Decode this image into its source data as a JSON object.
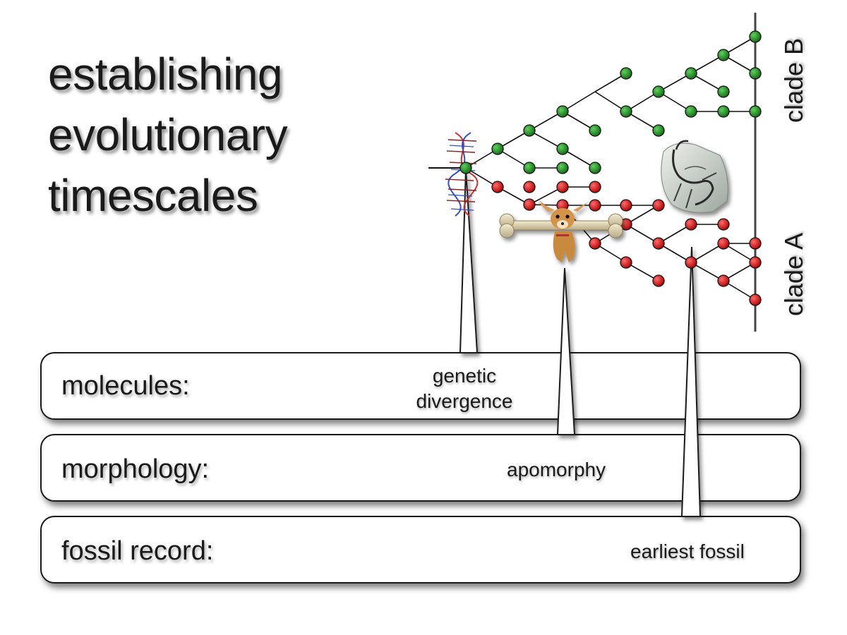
{
  "title": {
    "line1": "establishing",
    "line2": "evolutionary",
    "line3": "timescales"
  },
  "clades": {
    "b": "clade B",
    "a": "clade A"
  },
  "panels": {
    "molecules": {
      "label": "molecules:",
      "annotation_line1": "genetic",
      "annotation_line2": "divergence"
    },
    "morphology": {
      "label": "morphology:",
      "annotation": "apomorphy"
    },
    "fossil": {
      "label": "fossil record:",
      "annotation": "earliest fossil"
    }
  },
  "colors": {
    "clade_b_node": "#1f8a1f",
    "clade_a_node": "#e01010",
    "line": "#111111"
  },
  "icons": {
    "dna": "dna-helix-icon",
    "dog": "chihuahua-with-bone-image",
    "fossil": "bird-fossil-image"
  }
}
